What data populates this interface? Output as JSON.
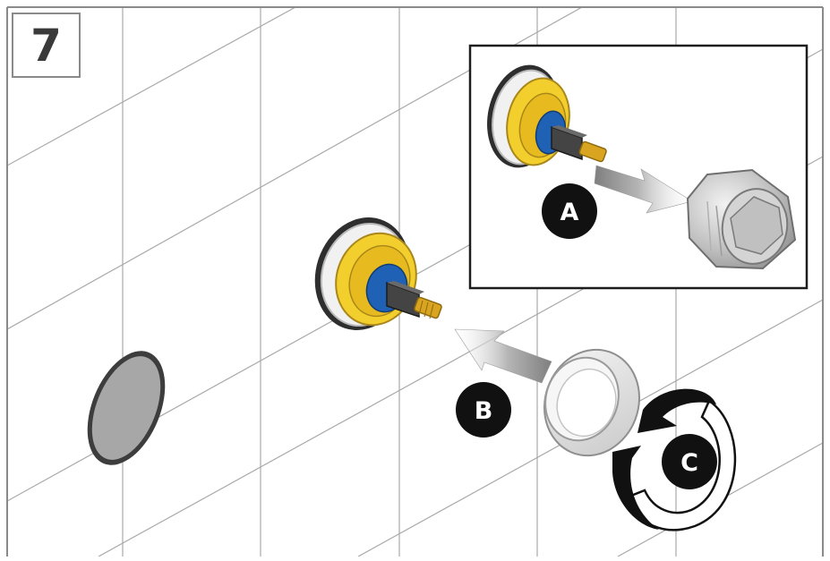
{
  "step": {
    "number": "7"
  },
  "markers": {
    "a": "A",
    "b": "B",
    "c": "C"
  },
  "colors": {
    "tile_grid": "#a9a9a9",
    "frame": "#8a8a8a",
    "cartridge_yellow": "#f3cf2e",
    "cartridge_blue": "#1f62b5",
    "brass": "#d9a520",
    "marker_fill": "#111111",
    "arrow_gray": "#a6a6a6",
    "disc_gray": "#a7a7a7"
  },
  "icons": [
    "cover-disc",
    "valve-cartridge",
    "removal-arrow",
    "install-arrow",
    "rotate-arrow",
    "retaining-nut",
    "trim-sleeve"
  ]
}
